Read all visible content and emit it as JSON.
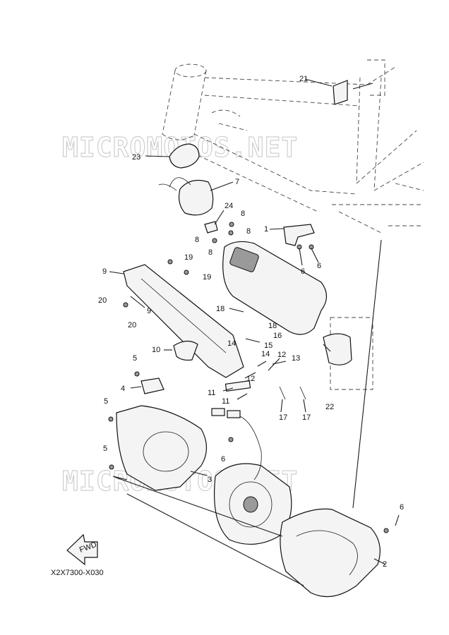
{
  "watermark": "MICROMOTOS.NET",
  "diagram_code": "X2X7300-X030",
  "fwd_label": "FWD",
  "callouts": [
    {
      "id": "c21",
      "text": "21"
    },
    {
      "id": "c23",
      "text": "23"
    },
    {
      "id": "c7",
      "text": "7"
    },
    {
      "id": "c24",
      "text": "24"
    },
    {
      "id": "c8a",
      "text": "8"
    },
    {
      "id": "c8b",
      "text": "8"
    },
    {
      "id": "c8c",
      "text": "8"
    },
    {
      "id": "c8d",
      "text": "8"
    },
    {
      "id": "c1",
      "text": "1"
    },
    {
      "id": "c6a",
      "text": "6"
    },
    {
      "id": "c6b",
      "text": "6"
    },
    {
      "id": "c19a",
      "text": "19"
    },
    {
      "id": "c19b",
      "text": "19"
    },
    {
      "id": "c9a",
      "text": "9"
    },
    {
      "id": "c9b",
      "text": "9"
    },
    {
      "id": "c20a",
      "text": "20"
    },
    {
      "id": "c20b",
      "text": "20"
    },
    {
      "id": "c18a",
      "text": "18"
    },
    {
      "id": "c18b",
      "text": "18"
    },
    {
      "id": "c16",
      "text": "16"
    },
    {
      "id": "c14a",
      "text": "14"
    },
    {
      "id": "c15",
      "text": "15"
    },
    {
      "id": "c14b",
      "text": "14"
    },
    {
      "id": "c12a",
      "text": "12"
    },
    {
      "id": "c10",
      "text": "10"
    },
    {
      "id": "c13",
      "text": "13"
    },
    {
      "id": "c12b",
      "text": "12"
    },
    {
      "id": "c5a",
      "text": "5"
    },
    {
      "id": "c4",
      "text": "4"
    },
    {
      "id": "c11a",
      "text": "11"
    },
    {
      "id": "c11b",
      "text": "11"
    },
    {
      "id": "c17a",
      "text": "17"
    },
    {
      "id": "c17b",
      "text": "17"
    },
    {
      "id": "c22",
      "text": "22"
    },
    {
      "id": "c5b",
      "text": "5"
    },
    {
      "id": "c6c",
      "text": "6"
    },
    {
      "id": "c5c",
      "text": "5"
    },
    {
      "id": "c3",
      "text": "3"
    },
    {
      "id": "c6d",
      "text": "6"
    },
    {
      "id": "c2",
      "text": "2"
    }
  ]
}
